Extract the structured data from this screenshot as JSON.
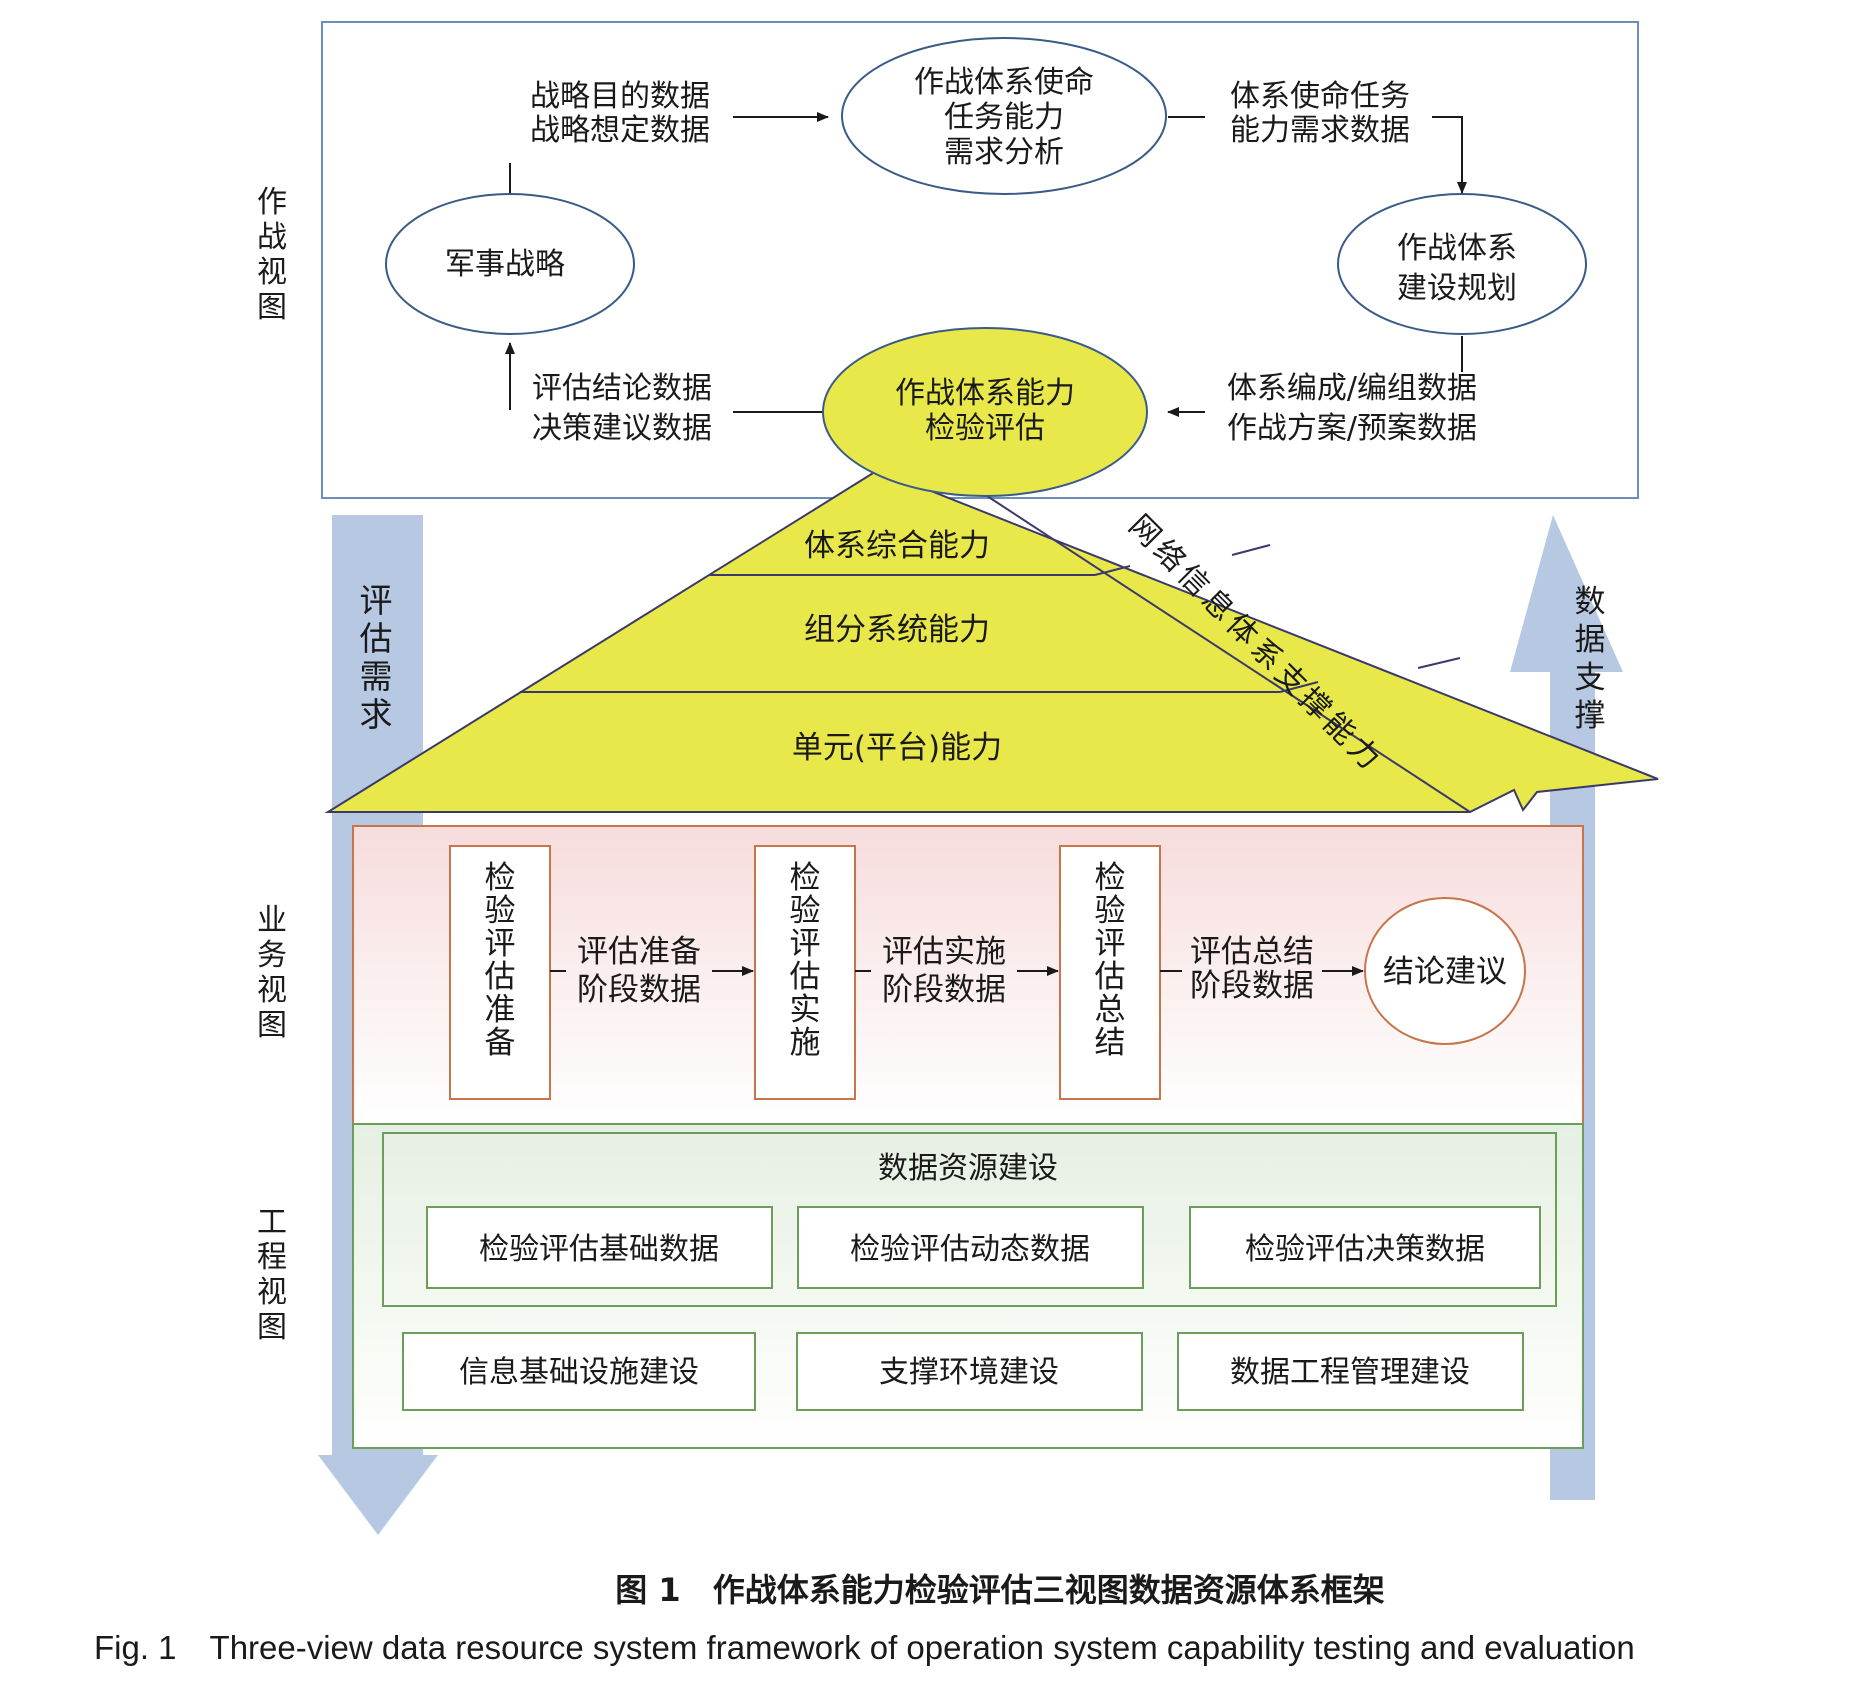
{
  "colors": {
    "frame_blue": "#6b8fb8",
    "ellipse_stroke": "#3a5a88",
    "yellow_fill": "#e8e84a",
    "arrow_blue": "#b7c9e2",
    "business_border": "#c7754a",
    "engineering_border": "#6a9e5a",
    "text": "#1a1a1a"
  },
  "view_labels": {
    "operation": "作战视图",
    "business": "业务视图",
    "engineering": "工程视图"
  },
  "side_arrows": {
    "left": "评估需求",
    "right": "数据支撑"
  },
  "operation_view": {
    "military_strategy": "军事战略",
    "mission_analysis": [
      "作战体系使命",
      "任务能力",
      "需求分析"
    ],
    "construction_planning": [
      "作战体系",
      "建设规划"
    ],
    "capability_evaluation": [
      "作战体系能力",
      "检验评估"
    ],
    "flow_top_left": [
      "战略目的数据",
      "战略想定数据"
    ],
    "flow_top_right": [
      "体系使命任务",
      "能力需求数据"
    ],
    "flow_bottom_right": [
      "体系编成/编组数据",
      "作战方案/预案数据"
    ],
    "flow_bottom_left": [
      "评估结论数据",
      "决策建议数据"
    ]
  },
  "pyramid": {
    "layer1": "体系综合能力",
    "layer2": "组分系统能力",
    "layer3": "单元(平台)能力",
    "side": "网络信息体系支撑能力"
  },
  "business_view": {
    "stage1": "检验评估准备",
    "stage2": "检验评估实施",
    "stage3": "检验评估总结",
    "flow1": [
      "评估准备",
      "阶段数据"
    ],
    "flow2": [
      "评估实施",
      "阶段数据"
    ],
    "flow3": [
      "评估总结",
      "阶段数据"
    ],
    "conclusion": "结论建议"
  },
  "engineering_view": {
    "data_resource_title": "数据资源建设",
    "data_items": [
      "检验评估基础数据",
      "检验评估动态数据",
      "检验评估决策数据"
    ],
    "infra_items": [
      "信息基础设施建设",
      "支撑环境建设",
      "数据工程管理建设"
    ]
  },
  "caption": {
    "cn": "图 1　作战体系能力检验评估三视图数据资源体系框架",
    "en": "Fig. 1　Three-view data resource system framework of operation system capability testing and evaluation"
  }
}
